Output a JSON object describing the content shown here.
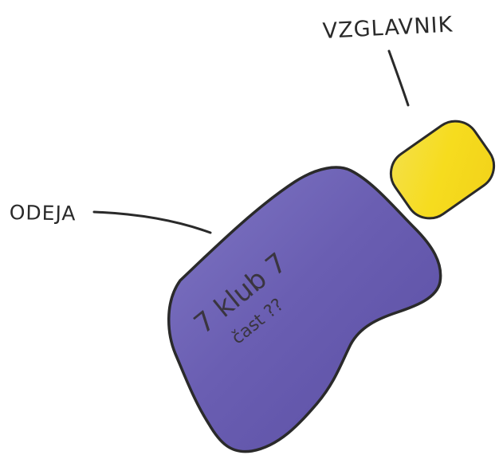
{
  "labels": {
    "pillow": "VZGLAVNIK",
    "blanket": "ODEJA"
  },
  "blanket_print": {
    "line1": "7 klub 7",
    "line2": "čast ??"
  },
  "colors": {
    "blanket": "#6b5fb0",
    "pillow": "#f5dc2a",
    "outline": "#2a2a2a"
  }
}
